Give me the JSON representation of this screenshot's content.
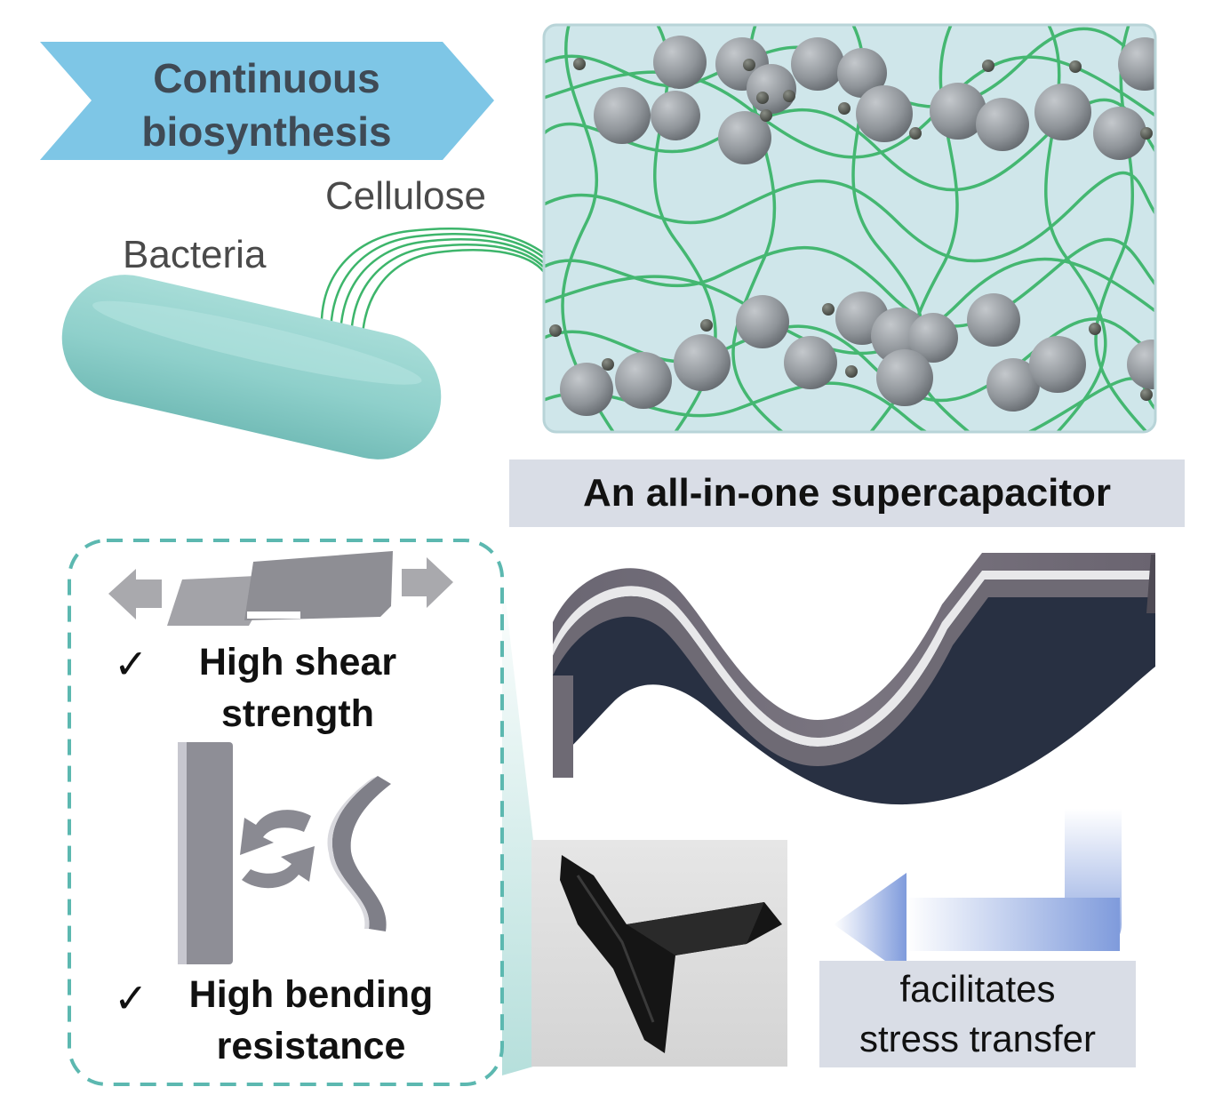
{
  "banner": {
    "line1": "Continuous",
    "line2": "biosynthesis"
  },
  "labels": {
    "cellulose": "Cellulose",
    "bacteria": "Bacteria"
  },
  "supercapacitor_title": "An all-in-one supercapacitor",
  "features": {
    "check_glyph": "✓",
    "shear": {
      "line1": "High shear",
      "line2": "strength"
    },
    "bending": {
      "line1": "High bending",
      "line2": "resistance"
    }
  },
  "stress": {
    "line1": "facilitates",
    "line2": "stress transfer"
  },
  "colors": {
    "banner": "#7ec6e6",
    "bacteria": "#8fd0cb",
    "cellulose_fiber": "#3db56b",
    "matrix": "#cfe6ea",
    "particle": "#8f9499",
    "dash_border": "#5cb8b0",
    "label_bar": "#d9dde6",
    "arrow_gradient_end": "#7f9bdc",
    "device_gray": "#6e6a74",
    "device_white": "#e8e8ea"
  }
}
